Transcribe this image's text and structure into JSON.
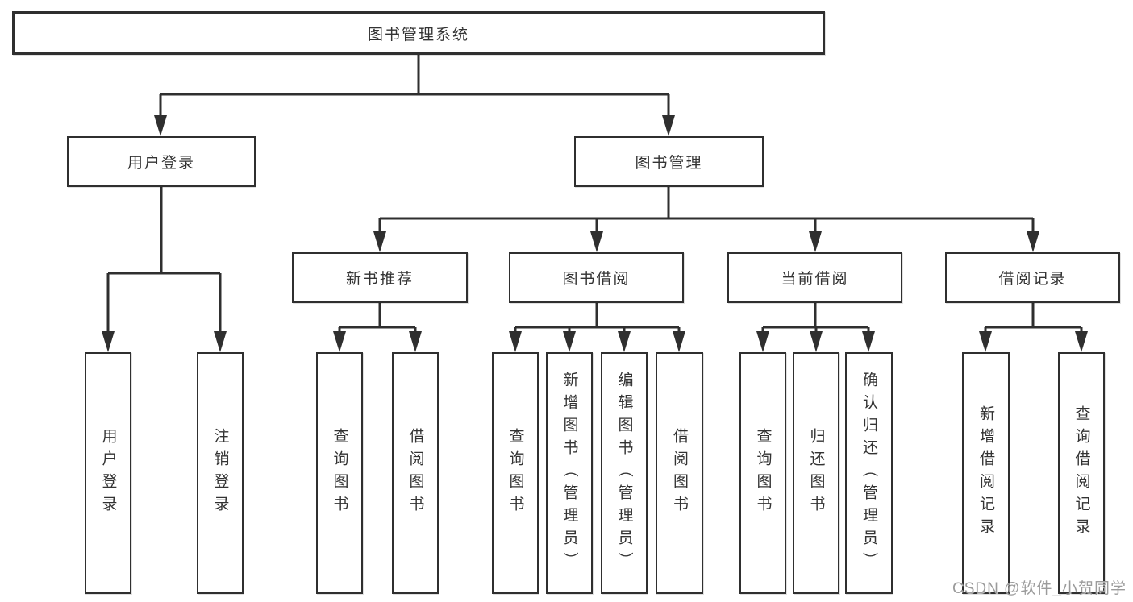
{
  "diagram": {
    "title": "图书管理系统",
    "branches": [
      {
        "label": "用户登录",
        "children": [
          {
            "label": "用户登录"
          },
          {
            "label": "注销登录"
          }
        ]
      },
      {
        "label": "图书管理",
        "children": [
          {
            "label": "新书推荐",
            "children": [
              {
                "label": "查询图书"
              },
              {
                "label": "借阅图书"
              }
            ]
          },
          {
            "label": "图书借阅",
            "children": [
              {
                "label": "查询图书"
              },
              {
                "label": "新增图书（管理员）"
              },
              {
                "label": "编辑图书（管理员）"
              },
              {
                "label": "借阅图书"
              }
            ]
          },
          {
            "label": "当前借阅",
            "children": [
              {
                "label": "查询图书"
              },
              {
                "label": "归还图书"
              },
              {
                "label": "确认归还（管理员）"
              }
            ]
          },
          {
            "label": "借阅记录",
            "children": [
              {
                "label": "新增借阅记录"
              },
              {
                "label": "查询借阅记录"
              }
            ]
          }
        ]
      }
    ]
  },
  "watermark": {
    "text": "CSDN @软件_小贺同学"
  },
  "colors": {
    "line": "#2f2f2f",
    "text": "#333333",
    "watermark": "#9b9b9b",
    "background": "#ffffff"
  }
}
